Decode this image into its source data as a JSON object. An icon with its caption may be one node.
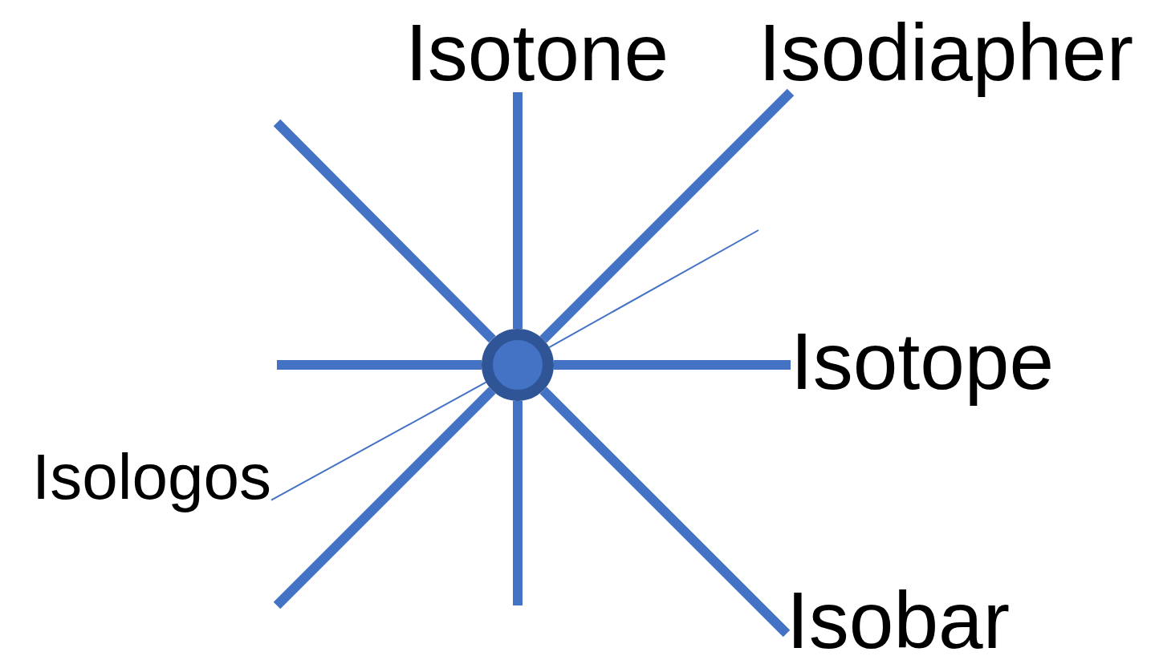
{
  "diagram": {
    "nodes": [
      {
        "text": [],
        "shape": "circle"
      },
      {
        "text": [
          "Isotone"
        ]
      },
      {
        "text": [
          "Isodiapher"
        ]
      },
      {
        "text": [
          "Isotope"
        ]
      },
      {
        "text": [
          "Isologos"
        ]
      },
      {
        "text": [
          "Isobar"
        ]
      }
    ],
    "edges": [
      {
        "from": 0,
        "to": null,
        "arrow": "none"
      },
      {
        "from": 0,
        "to": 1,
        "arrow": "none"
      },
      {
        "from": 0,
        "to": 2,
        "arrow": "none"
      },
      {
        "from": 0,
        "to": null,
        "arrow": "none"
      },
      {
        "from": 0,
        "to": 3,
        "arrow": "none"
      },
      {
        "from": 0,
        "to": null,
        "arrow": "none"
      },
      {
        "from": 0,
        "to": 4,
        "arrow": "none"
      },
      {
        "from": 0,
        "to": null,
        "arrow": "none"
      },
      {
        "from": 0,
        "to": null,
        "arrow": "none"
      },
      {
        "from": 0,
        "to": 5,
        "arrow": "none"
      }
    ]
  }
}
